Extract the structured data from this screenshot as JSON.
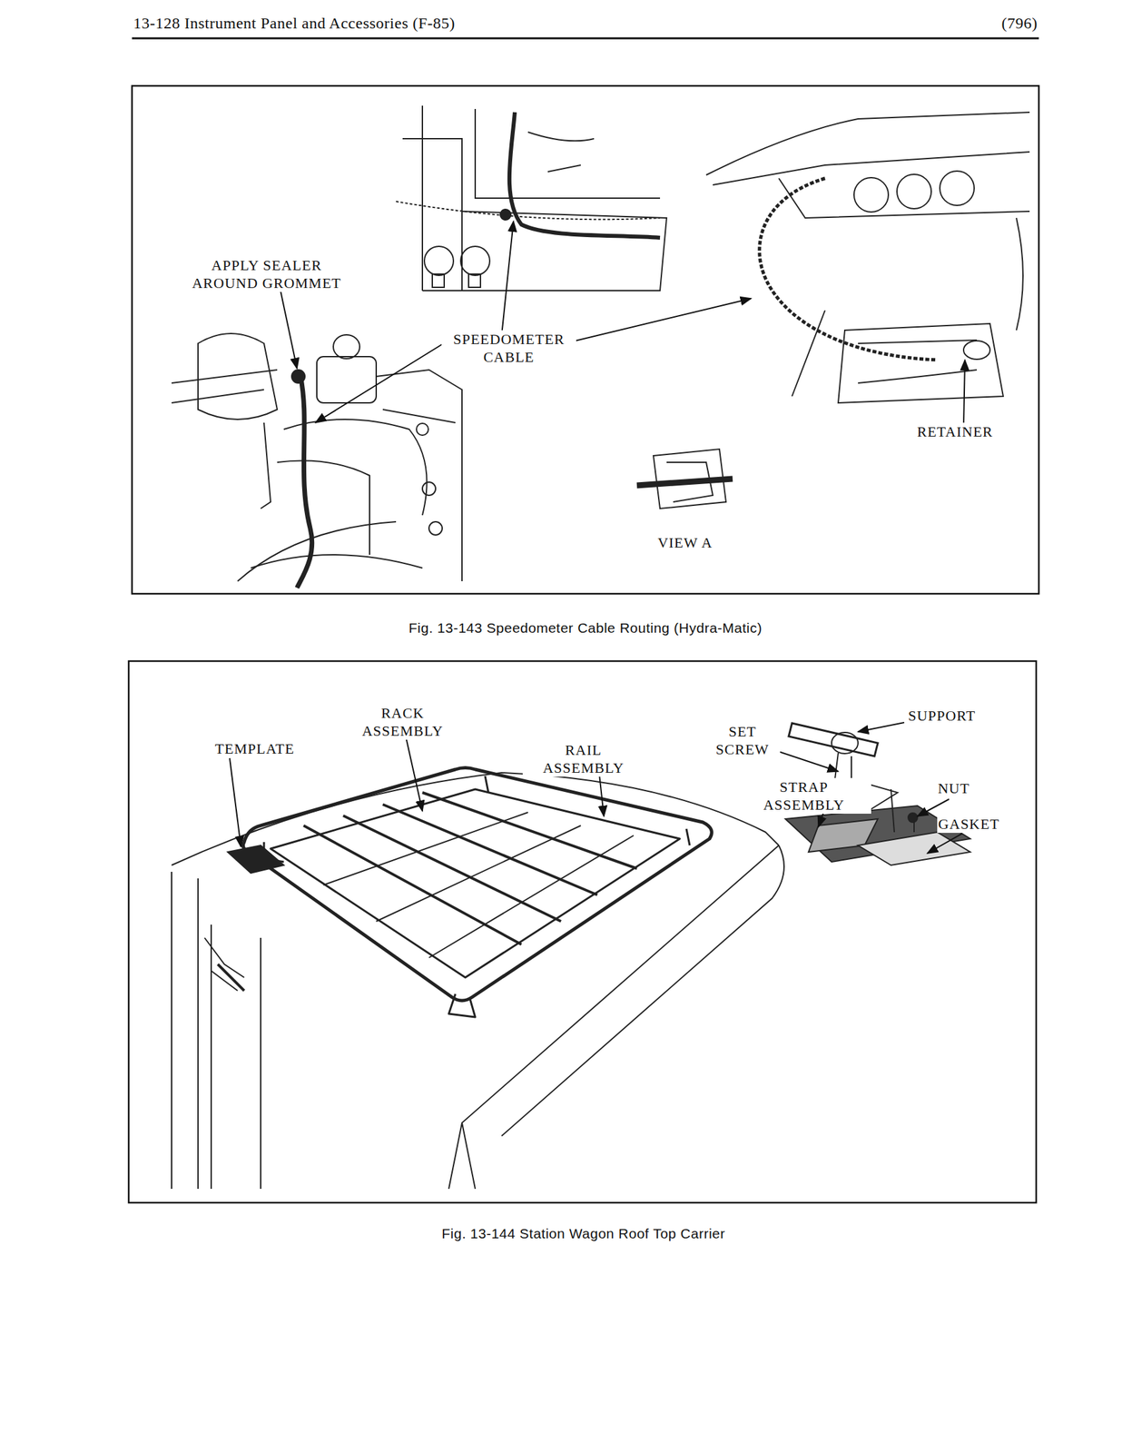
{
  "diagram": {
    "title": "13-128 Instrument Panel and Accessories (F-85)",
    "labels": [
      "(796)",
      "APPLY SEALER AROUND GROMMET",
      "SPEEDOMETER CABLE",
      "RETAINER",
      "VIEW A",
      "Fig. 13-143 Speedometer Cable Routing (Hydra-Matic)",
      "RACK ASSEMBLY",
      "TEMPLATE",
      "RAIL ASSEMBLY",
      "SET SCREW",
      "SUPPORT",
      "STRAP ASSEMBLY",
      "NUT",
      "GASKET",
      "Fig. 13-144 Station Wagon Roof Top Carrier"
    ]
  }
}
